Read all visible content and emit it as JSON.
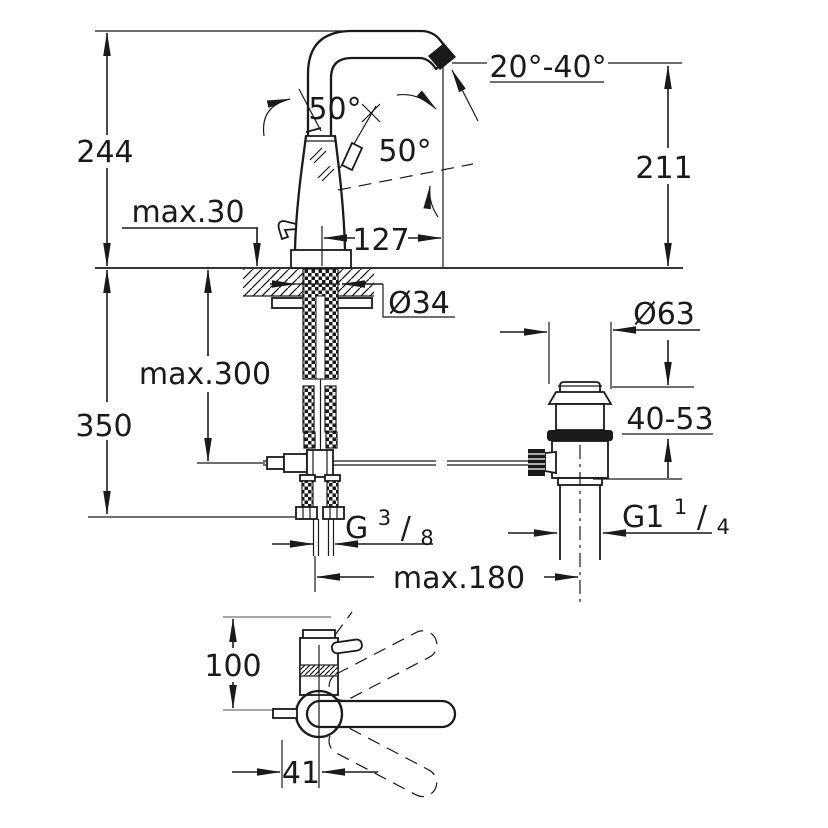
{
  "colors": {
    "line": "#1a1a1a",
    "reference": "#8a8a8a",
    "background": "#ffffff"
  },
  "dims": {
    "overall_height": "244",
    "deck_max": "max.30",
    "spout_swivel": "50°",
    "lever_open": "50°",
    "spout_tilt": "20°-40°",
    "outlet_height": "211",
    "spout_reach": "127",
    "hole_dia": "Ø34",
    "waste_flange_dia": "Ø63",
    "hose_max": "max.300",
    "below_total": "350",
    "clamp_range": "40-53",
    "rod_max": "max.180",
    "body_height": "100",
    "handle_offset": "41",
    "supply_thread": {
      "g": "G",
      "num": "3",
      "slash": "/",
      "den": "8"
    },
    "waste_thread": {
      "g": "G1",
      "num": "1",
      "slash": "/",
      "den": "4"
    }
  }
}
